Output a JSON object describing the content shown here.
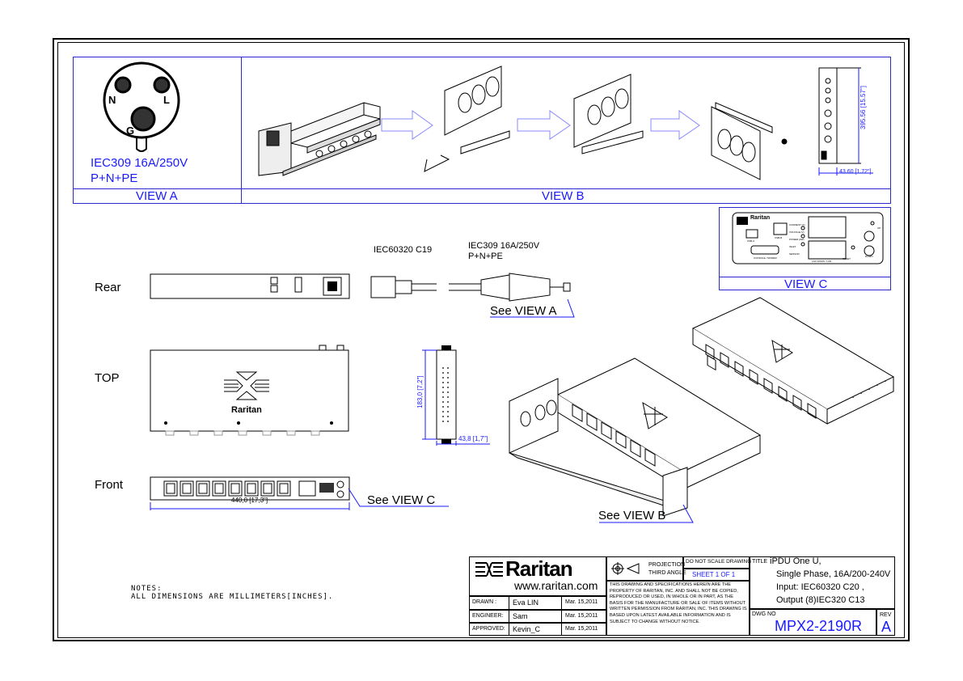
{
  "view_a": {
    "pins": {
      "n": "N",
      "l": "L",
      "g": "G"
    },
    "spec_line1": "IEC309 16A/250V",
    "spec_line2": "P+N+PE",
    "caption": "VIEW A"
  },
  "view_b": {
    "caption": "VIEW B",
    "dim_height": "395.56 [15.57\"]",
    "dim_width": "43.60 [1.72\"]"
  },
  "view_c": {
    "caption": "VIEW C",
    "brand": "Raritan",
    "port_labels": [
      "CURRENT (A)",
      "VOLTAGE (V)",
      "POWER (kW)",
      "INLET",
      "SENSOR"
    ],
    "buttons": [
      "UP",
      "DOWN",
      "RESET"
    ],
    "usb_label": "USB-A",
    "usb2_label": "USB-B",
    "console_label": "CONSOLE / MODEM",
    "lan_label": "LAN 10/100 / LAN"
  },
  "rear": {
    "label": "Rear",
    "cord_end_label": "IEC60320 C19",
    "plug_label_line1": "IEC309 16A/250V",
    "plug_label_line2": "P+N+PE",
    "see_view": "See VIEW A"
  },
  "top": {
    "label": "TOP",
    "brand": "Raritan",
    "side_height": "183,0 [7,2\"]",
    "side_depth": "43,8 [1,7\"]"
  },
  "front": {
    "label": "Front",
    "width_dim": "440,0 [17,3\"]",
    "see_view": "See VIEW C"
  },
  "iso": {
    "see_view": "See VIEW B"
  },
  "notes": {
    "line1": "NOTES:",
    "line2": "ALL DIMENSIONS ARE MILLIMETERS[INCHES]."
  },
  "title_block": {
    "logo": "Raritan",
    "website": "www.raritan.com",
    "projection_line1": "PROJECTION",
    "projection_line2": "THIRD ANGLE",
    "do_not_scale": "DO NOT SCALE DRAWING",
    "sheet": "SHEET 1 OF 1",
    "disclaimer": "THIS DRAWING AND SPECIFICATIONS HEREIN ARE THE PROPERTY OF RARITAN, INC. AND SHALL NOT BE COPIED, REPRODUCED OR USED, IN WHOLE OR IN PART, AS THE BASIS FOR THE MANUFACTURE OR SALE OF ITEMS WITHOUT WRITTEN PERMISSION FROM RARITAN, INC. THIS DRAWING IS BASED UPON LATEST AVAILABLE INFORMATION AND IS SUBJECT TO CHANGE WITHOUT NOTICE.",
    "drawn_label": "DRAWN :",
    "drawn_name": "Eva LIN",
    "drawn_date": "Mar. 15,2011",
    "engineer_label": "ENGINEER:",
    "engineer_name": "Sam",
    "engineer_date": "Mar. 15,2011",
    "approved_label": "APPROVED:",
    "approved_name": "Kevin_C",
    "approved_date": "Mar. 15,2011",
    "title_label": "TITLE",
    "title_line1": "iPDU One U,",
    "title_line2": "Single Phase, 16A/200-240V",
    "title_line3": "Input: IEC60320 C20 ,",
    "title_line4": "Output (8)IEC320 C13",
    "dwg_label": "DWG NO",
    "dwg_no": "MPX2-2190R",
    "rev_label": "REV",
    "rev": "A"
  },
  "colors": {
    "accent_blue": "#1a1aff",
    "frame_blue": "#2a2ad0"
  }
}
